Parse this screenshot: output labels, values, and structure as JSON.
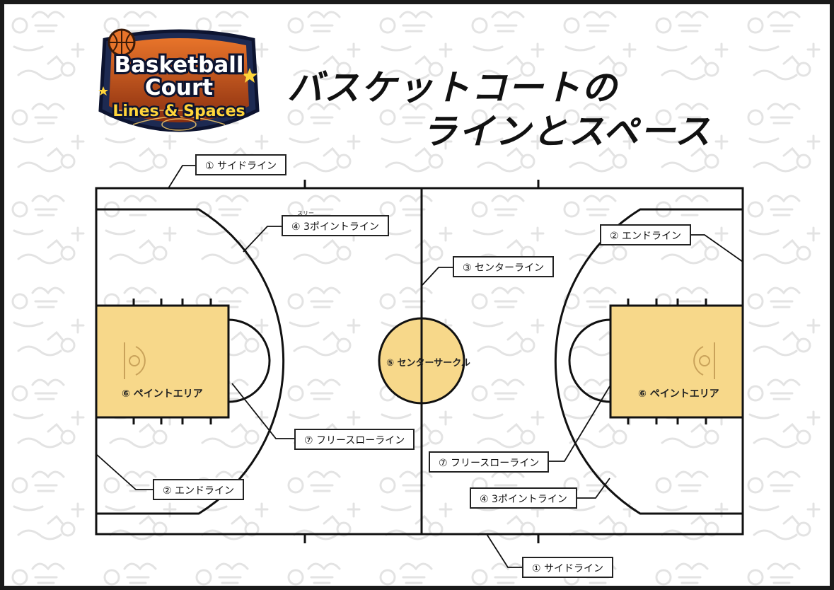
{
  "title": {
    "line1": "バスケットコートの",
    "line2": "ラインとスペース"
  },
  "logo": {
    "line1": "Basketball",
    "line2": "Court",
    "line3": "Lines & Spaces"
  },
  "labels": {
    "sideline_top": "① サイドライン",
    "sideline_bottom": "① サイドライン",
    "endline_left": "② エンドライン",
    "endline_right": "② エンドライン",
    "centerline": "③ センターライン",
    "three_point_left": "④ 3ポイントライン",
    "three_point_left_ruby": "スリー",
    "three_point_right": "④ 3ポイントライン",
    "center_circle": "⑤ センターサークル",
    "paint_left": "⑥ ペイントエリア",
    "paint_right": "⑥ ペイントエリア",
    "freethrow_left": "⑦ フリースローライン",
    "freethrow_right": "⑦ フリースローライン"
  },
  "colors": {
    "paint_fill": "#f7d88a",
    "line": "#111111",
    "background": "#ffffff",
    "frame": "#1a1a1a"
  }
}
